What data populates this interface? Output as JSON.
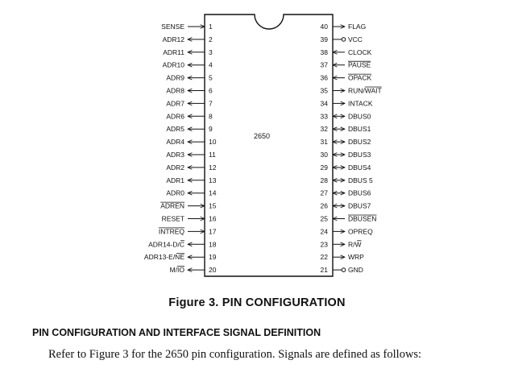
{
  "chip": {
    "name": "2650"
  },
  "left_pins": [
    {
      "num": "1",
      "label": "SENSE",
      "dir": "in",
      "overbar": ""
    },
    {
      "num": "2",
      "label": "ADR12",
      "dir": "out",
      "overbar": ""
    },
    {
      "num": "3",
      "label": "ADR11",
      "dir": "out",
      "overbar": ""
    },
    {
      "num": "4",
      "label": "ADR10",
      "dir": "out",
      "overbar": ""
    },
    {
      "num": "5",
      "label": "ADR9",
      "dir": "out",
      "overbar": ""
    },
    {
      "num": "6",
      "label": "ADR8",
      "dir": "out",
      "overbar": ""
    },
    {
      "num": "7",
      "label": "ADR7",
      "dir": "out",
      "overbar": ""
    },
    {
      "num": "8",
      "label": "ADR6",
      "dir": "out",
      "overbar": ""
    },
    {
      "num": "9",
      "label": "ADR5",
      "dir": "out",
      "overbar": ""
    },
    {
      "num": "10",
      "label": "ADR4",
      "dir": "out",
      "overbar": ""
    },
    {
      "num": "11",
      "label": "ADR3",
      "dir": "out",
      "overbar": ""
    },
    {
      "num": "12",
      "label": "ADR2",
      "dir": "out",
      "overbar": ""
    },
    {
      "num": "13",
      "label": "ADR1",
      "dir": "out",
      "overbar": ""
    },
    {
      "num": "14",
      "label": "ADR0",
      "dir": "out",
      "overbar": ""
    },
    {
      "num": "15",
      "label": "ADREN",
      "dir": "in",
      "overbar": "ADREN"
    },
    {
      "num": "16",
      "label": "RESET",
      "dir": "in",
      "overbar": ""
    },
    {
      "num": "17",
      "label": "INTREQ",
      "dir": "in",
      "overbar": "INTREQ"
    },
    {
      "num": "18",
      "label": "ADR14-D/C",
      "dir": "out",
      "overbar": "C"
    },
    {
      "num": "19",
      "label": "ADR13-E/NE",
      "dir": "out",
      "overbar": "NE"
    },
    {
      "num": "20",
      "label": "M/IO",
      "dir": "out",
      "overbar": "IO"
    }
  ],
  "right_pins": [
    {
      "num": "40",
      "label": "FLAG",
      "dir": "out",
      "overbar": ""
    },
    {
      "num": "39",
      "label": "VCC",
      "dir": "power",
      "overbar": ""
    },
    {
      "num": "38",
      "label": "CLOCK",
      "dir": "in",
      "overbar": ""
    },
    {
      "num": "37",
      "label": "PAUSE",
      "dir": "in",
      "overbar": "PAUSE"
    },
    {
      "num": "36",
      "label": "OPACK",
      "dir": "in",
      "overbar": "OPACK"
    },
    {
      "num": "35",
      "label": "RUN/WAIT",
      "dir": "out",
      "overbar": "WAIT"
    },
    {
      "num": "34",
      "label": "INTACK",
      "dir": "out",
      "overbar": ""
    },
    {
      "num": "33",
      "label": "DBUS0",
      "dir": "bidir",
      "overbar": ""
    },
    {
      "num": "32",
      "label": "DBUS1",
      "dir": "bidir",
      "overbar": ""
    },
    {
      "num": "31",
      "label": "DBUS2",
      "dir": "bidir",
      "overbar": ""
    },
    {
      "num": "30",
      "label": "DBUS3",
      "dir": "bidir",
      "overbar": ""
    },
    {
      "num": "29",
      "label": "DBUS4",
      "dir": "bidir",
      "overbar": ""
    },
    {
      "num": "28",
      "label": "DBUS 5",
      "dir": "bidir",
      "overbar": ""
    },
    {
      "num": "27",
      "label": "DBUS6",
      "dir": "bidir",
      "overbar": ""
    },
    {
      "num": "26",
      "label": "DBUS7",
      "dir": "bidir",
      "overbar": ""
    },
    {
      "num": "25",
      "label": "DBUSEN",
      "dir": "in",
      "overbar": "DBUSEN"
    },
    {
      "num": "24",
      "label": "OPREQ",
      "dir": "out",
      "overbar": ""
    },
    {
      "num": "23",
      "label": "R/W",
      "dir": "out",
      "overbar": "W"
    },
    {
      "num": "22",
      "label": "WRP",
      "dir": "out",
      "overbar": ""
    },
    {
      "num": "21",
      "label": "GND",
      "dir": "power",
      "overbar": ""
    }
  ],
  "figure_caption": "Figure 3.  PIN CONFIGURATION",
  "section_heading": "PIN CONFIGURATION AND INTERFACE SIGNAL DEFINITION",
  "body_text": "Refer to Figure 3 for the 2650 pin configuration. Signals are defined as follows:"
}
